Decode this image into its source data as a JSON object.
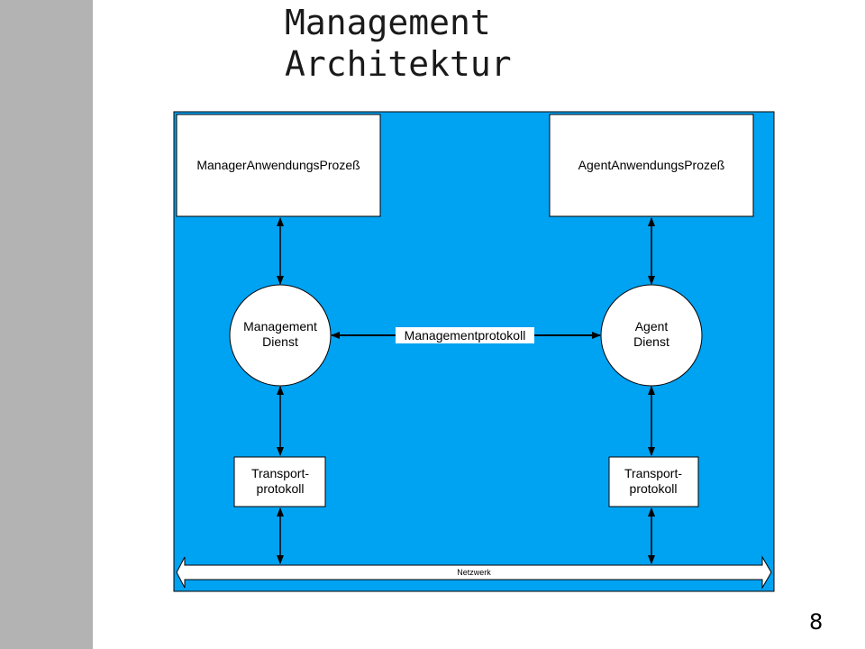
{
  "slide": {
    "title_line1": "Management",
    "title_line2": "Architektur",
    "page_number": "8"
  },
  "colors": {
    "panel_background": "#00a2f2",
    "box_fill": "#ffffff",
    "stroke": "#000000",
    "side_bar": "#b3b3b3"
  },
  "diagram": {
    "manager_process": "ManagerAnwendungsProzeß",
    "agent_process": "AgentAnwendungsProzeß",
    "management_service": [
      "Management",
      "Dienst"
    ],
    "agent_service": [
      "Agent",
      "Dienst"
    ],
    "protocol_label": "Managementprotokoll",
    "transport_left": [
      "Transport-",
      "protokoll"
    ],
    "transport_right": [
      "Transport-",
      "protokoll"
    ],
    "network_label": "Netzwerk"
  }
}
